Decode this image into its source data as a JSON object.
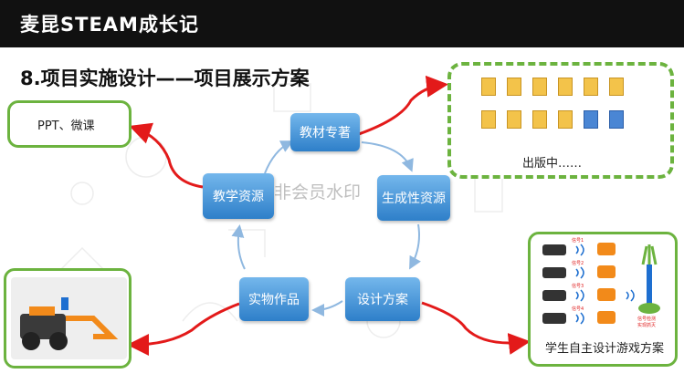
{
  "header": {
    "title": "麦昆STEAM成长记"
  },
  "section_title": "8.项目实施设计——项目展示方案",
  "nodes": {
    "textbook": "教材专著",
    "teaching_resources": "教学资源",
    "generative_resources": "生成性资源",
    "physical_works": "实物作品",
    "design_plan": "设计方案"
  },
  "boxes": {
    "ppt": "PPT、微课",
    "publishing": "出版中……",
    "game_plan": "学生自主设计游戏方案"
  },
  "game_signals": [
    "信号1",
    "信号2",
    "信号3",
    "信号4"
  ],
  "game_detect": "信号检测\n实现抓灭",
  "watermark": "非会员水印",
  "colors": {
    "accent_green": "#6cb33f",
    "node_blue": "#2e7fc9",
    "arrow_red": "#e31a1a",
    "cycle_blue": "#8fb8e0"
  }
}
